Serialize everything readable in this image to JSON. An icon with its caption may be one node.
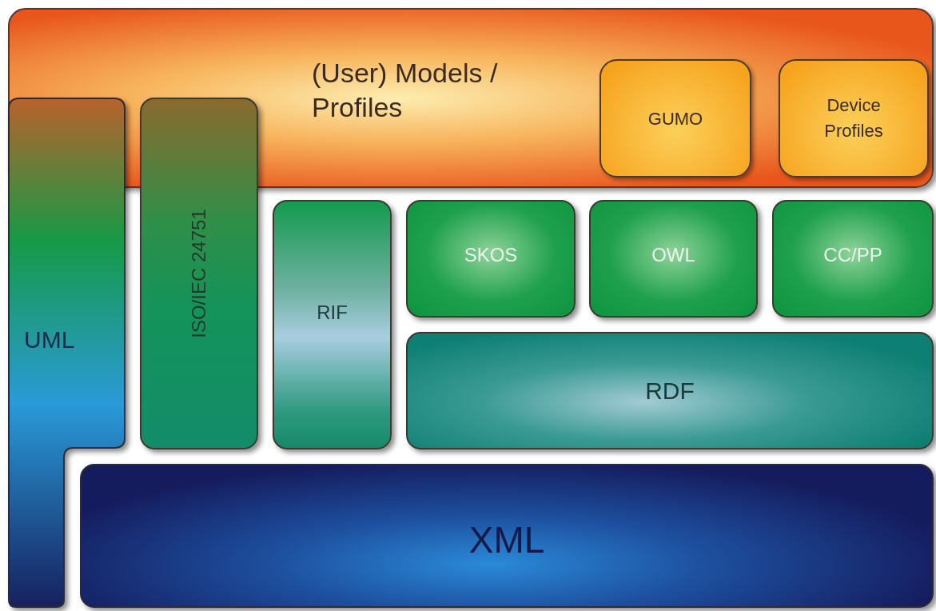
{
  "diagram": {
    "nodes": [
      {
        "text": [
          "(User) Models / Profiles"
        ]
      },
      {
        "text": [
          "GUMO"
        ],
        "in": 0
      },
      {
        "text": [
          "Device Profiles"
        ],
        "in": 0
      },
      {
        "text": [
          "UML"
        ]
      },
      {
        "text": [
          "ISO/IEC 24751"
        ]
      },
      {
        "text": [
          "RIF"
        ]
      },
      {
        "text": [
          "SKOS"
        ]
      },
      {
        "text": [
          "OWL"
        ]
      },
      {
        "text": [
          "CC/PP"
        ]
      },
      {
        "text": [
          "RDF"
        ]
      },
      {
        "text": [
          "XML"
        ]
      }
    ]
  }
}
